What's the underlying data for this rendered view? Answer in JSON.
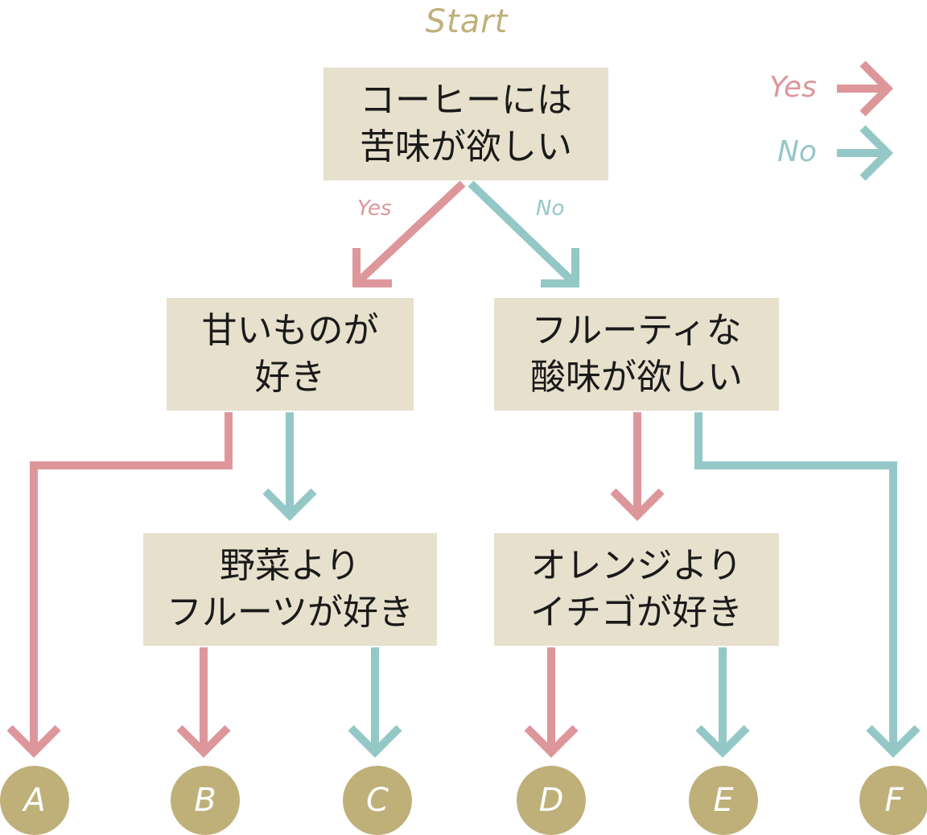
{
  "start_label": "Start",
  "legend": {
    "yes_label": "Yes",
    "no_label": "No"
  },
  "colors": {
    "yes": "#dd979b",
    "no": "#94c8c6",
    "box": "#e6e0cd",
    "accent": "#bfb07a"
  },
  "questions": {
    "q1": {
      "line1": "コーヒーには",
      "line2": "苦味が欲しい"
    },
    "q2": {
      "line1": "甘いものが",
      "line2": "好き"
    },
    "q3": {
      "line1": "フルーティな",
      "line2": "酸味が欲しい"
    },
    "q4": {
      "line1": "野菜より",
      "line2": "フルーツが好き"
    },
    "q5": {
      "line1": "オレンジより",
      "line2": "イチゴが好き"
    }
  },
  "branch_labels": {
    "q1_yes": "Yes",
    "q1_no": "No"
  },
  "results": [
    "A",
    "B",
    "C",
    "D",
    "E",
    "F"
  ]
}
